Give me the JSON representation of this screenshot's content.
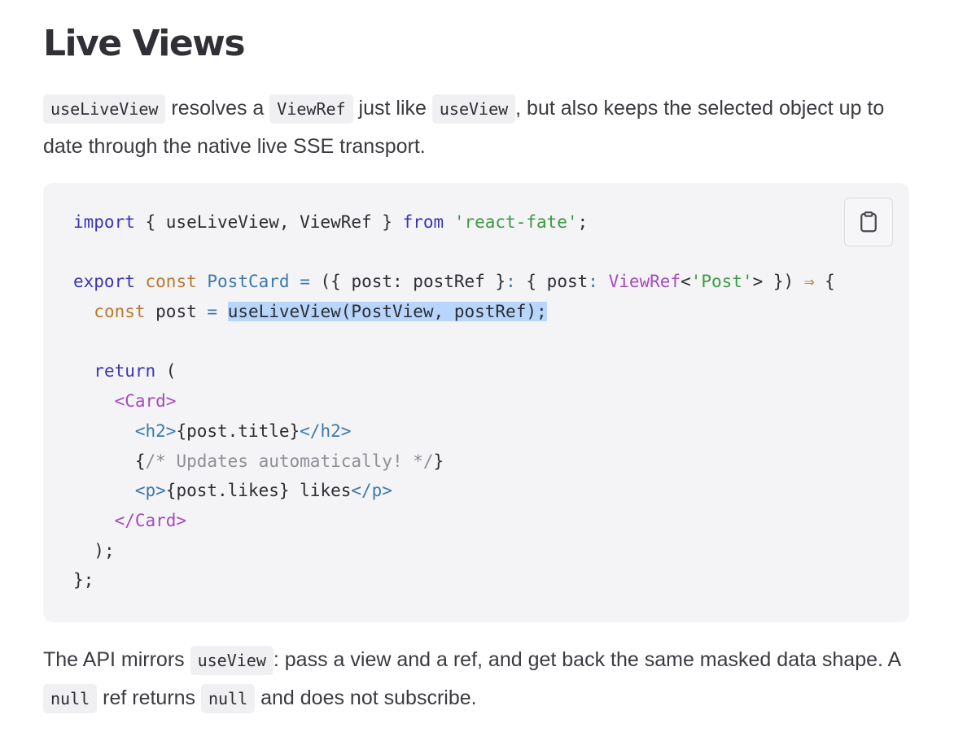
{
  "heading": "Live Views",
  "intro": {
    "code_use_live_view": "useLiveView",
    "text_resolves": " resolves a ",
    "code_view_ref": "ViewRef",
    "text_just_like": " just like ",
    "code_use_view": "useView",
    "text_rest": ", but also keeps the selected object up to date through the native live SSE transport."
  },
  "code_block": {
    "copy_icon": "clipboard-icon",
    "tokens": {
      "import": "import",
      "import_names": " { useLiveView, ViewRef } ",
      "from": "from",
      "module": "'react-fate'",
      "semi": ";",
      "export": "export",
      "const": "const",
      "postcard": "PostCard",
      "eq": "=",
      "params_a": "({ post: postRef }",
      "colon": ":",
      "params_b": " { post",
      "viewref": "ViewRef",
      "lt": "<",
      "post_str": "'Post'",
      "params_c": "> }) ",
      "arrow": "⇒",
      "brace_open": " {",
      "const2": "const",
      "post_var": " post ",
      "eq2": "=",
      "hook_call": "useLiveView(PostView, postRef);",
      "return": "return",
      "paren_open": " (",
      "card_open": "<Card>",
      "h2_open": "<h2>",
      "title_expr": "{post.title}",
      "h2_close": "</h2>",
      "cm_open": "{",
      "comment": "/* Updates automatically! */",
      "cm_close": "}",
      "p_open": "<p>",
      "likes_expr": "{post.likes} likes",
      "p_close": "</p>",
      "card_close": "</Card>",
      "paren_close": ");",
      "fn_close": "};"
    }
  },
  "outro": {
    "text_api": "The API mirrors ",
    "code_use_view": "useView",
    "text_pass": ": pass a view and a ref, and get back the same masked data shape. A ",
    "code_null_1": "null",
    "text_ref_returns": " ref returns ",
    "code_null_2": "null",
    "text_end": " and does not subscribe."
  }
}
